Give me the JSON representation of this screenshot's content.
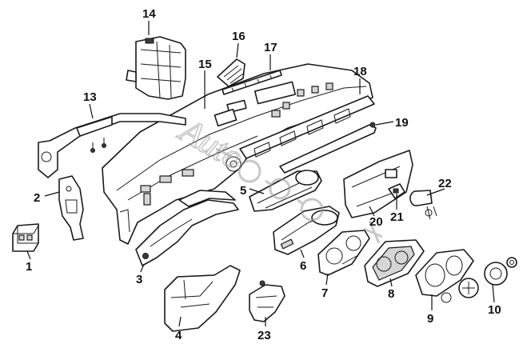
{
  "callouts": {
    "c1": "1",
    "c2": "2",
    "c3": "3",
    "c4": "4",
    "c5": "5",
    "c6": "6",
    "c7": "7",
    "c8": "8",
    "c9": "9",
    "c10": "10",
    "c13": "13",
    "c14": "14",
    "c15": "15",
    "c16": "16",
    "c17": "17",
    "c18": "18",
    "c19": "19",
    "c20": "20",
    "c21": "21",
    "c22": "22",
    "c23": "23"
  },
  "colors": {
    "line": "#1a1a1a",
    "shade": "#d6d6d6",
    "watermark": "#9a9a9a"
  }
}
